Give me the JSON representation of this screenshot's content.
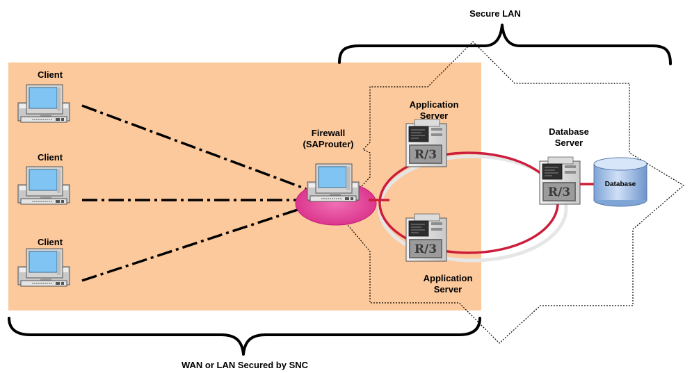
{
  "labels": {
    "secure_lan": "Secure LAN",
    "wan_lan": "WAN or LAN Secured by SNC",
    "client_1": "Client",
    "client_2": "Client",
    "client_3": "Client",
    "firewall_line1": "Firewall",
    "firewall_line2": "(SAProuter)",
    "app_server_top_line1": "Application",
    "app_server_top_line2": "Server",
    "app_server_bottom_line1": "Application",
    "app_server_bottom_line2": "Server",
    "db_server_line1": "Database",
    "db_server_line2": "Server",
    "database": "Database"
  },
  "colors": {
    "wan_area": "#fcc99c",
    "firewall_zone": "#e63f96",
    "ring_red": "#cc1d3a",
    "ring_gray": "#e6e6e6",
    "db_cylinder": "#a9c6ec",
    "monitor_screen": "#7fc4f2"
  },
  "icons": {
    "client": "desktop-computer-icon",
    "firewall": "desktop-computer-icon",
    "server": "tower-server-icon",
    "database": "database-cylinder-icon"
  }
}
